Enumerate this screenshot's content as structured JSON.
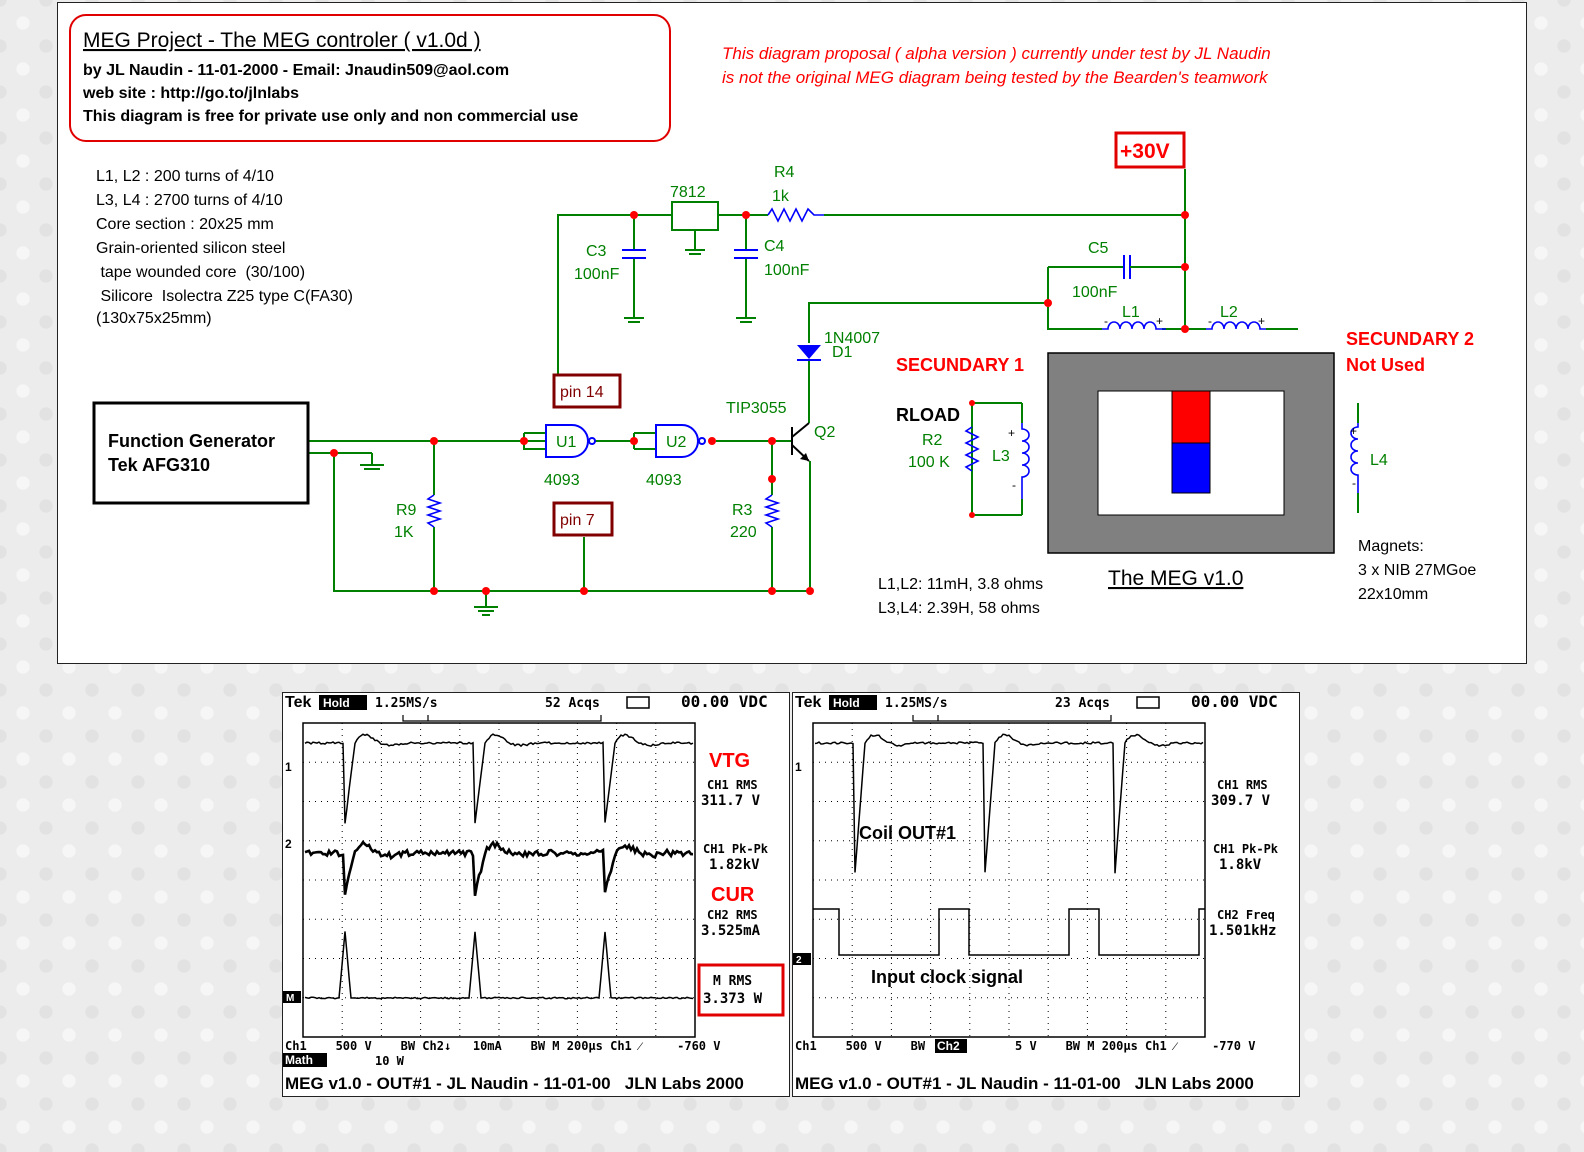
{
  "header": {
    "title": "MEG Project - The MEG controler ( v1.0d )",
    "author_line": "by JL Naudin - 11-01-2000 - Email: Jnaudin509@aol.com",
    "website_line": "web site :   http://go.to/jlnlabs",
    "license_line": "This diagram is free for private use only and non commercial use"
  },
  "disclaimer": {
    "line1": "This diagram proposal ( alpha version ) currently under test by JL Naudin",
    "line2": "is not the original MEG diagram being tested by the Bearden's teamwork"
  },
  "notes": {
    "lines": [
      "L1, L2 : 200 turns of 4/10",
      "L3, L4 : 2700 turns of 4/10",
      "Core section : 20x25 mm",
      "Grain-oriented silicon steel",
      " tape wounded core  (30/100)",
      " Silicore  Isolectra Z25 type C(FA30)",
      "(130x75x25mm)"
    ]
  },
  "components": {
    "supply": "+30V",
    "regulator": "7812",
    "r4_name": "R4",
    "r4_value": "1k",
    "c3_name": "C3",
    "c3_value": "100nF",
    "c4_name": "C4",
    "c4_value": "100nF",
    "c5_name": "C5",
    "c5_value": "100nF",
    "l1": "L1",
    "l2": "L2",
    "l3": "L3",
    "l4": "L4",
    "diode_part": "1N4007",
    "diode_name": "D1",
    "transistor_part": "TIP3055",
    "transistor_name": "Q2",
    "u1": "U1",
    "u2": "U2",
    "u1_part": "4093",
    "u2_part": "4093",
    "pin14": "pin 14",
    "pin7": "pin 7",
    "r9_name": "R9",
    "r9_value": "1K",
    "r3_name": "R3",
    "r3_value": "220",
    "rload": "RLOAD",
    "r2_name": "R2",
    "r2_value": "100 K",
    "function_generator_line1": "Function Generator",
    "function_generator_line2": "Tek AFG310",
    "secondary1": "SECUNDARY 1",
    "secondary2_line1": "SECUNDARY 2",
    "secondary2_line2": "Not Used",
    "meg_title": "The MEG v1.0",
    "inductance_line1": "L1,L2: 11mH, 3.8 ohms",
    "inductance_line2": "L3,L4: 2.39H, 58 ohms",
    "magnets_line1": "Magnets:",
    "magnets_line2": "3 x NIB 27MGoe",
    "magnets_line3": "22x10mm",
    "plus_mark": "+",
    "minus_mark": "-"
  },
  "colors": {
    "wire": "#008000",
    "junction": "#ff0000",
    "label_red": "#ff0000",
    "box_red": "#e00000",
    "pin_box": "#800000",
    "component_blue": "#0000ff",
    "core_gray": "#808080"
  },
  "scope_left": {
    "brand": "Tek",
    "mode": "Hold",
    "rate": "1.25MS/s",
    "acqs": "52 Acqs",
    "dc": "00.00 VDC",
    "ch1_marker": "1",
    "ch2_marker": "2",
    "math_marker": "M",
    "vtg_label": "VTG",
    "ch1_rms_label": "CH1 RMS",
    "ch1_rms_value": "311.7 V",
    "ch1_pkpk_label": "CH1 Pk-Pk",
    "ch1_pkpk_value": "1.82kV",
    "cur_label": "CUR",
    "ch2_rms_label": "CH2 RMS",
    "ch2_rms_value": "3.525mA",
    "m_rms_label": "M RMS",
    "m_rms_value": "3.373 W",
    "bottom_line1": "Ch1    500 V    BW Ch2↓   10mA    BW M 200μs Ch1 ⁄     -760 V",
    "math_badge": "Math",
    "math_scale": "10 W",
    "caption": "MEG v1.0 - OUT#1 - JL Naudin - 11-01-00   JLN Labs 2000"
  },
  "scope_right": {
    "brand": "Tek",
    "mode": "Hold",
    "rate": "1.25MS/s",
    "acqs": "23 Acqs",
    "dc": "00.00 VDC",
    "ch1_marker": "1",
    "ch2_marker": "2",
    "coil_label": "Coil OUT#1",
    "input_label": "Input clock signal",
    "ch1_rms_label": "CH1 RMS",
    "ch1_rms_value": "309.7 V",
    "ch1_pkpk_label": "CH1 Pk-Pk",
    "ch1_pkpk_value": "1.8kV",
    "ch2_freq_label": "CH2 Freq",
    "ch2_freq_value": "1.501kHz",
    "bottom_line1_a": "Ch1    500 V    BW",
    "ch2_badge": "Ch2",
    "bottom_line1_b": "5 V    BW M 200μs Ch1 ⁄     -770 V",
    "caption": "MEG v1.0 - OUT#1 - JL Naudin - 11-01-00   JLN Labs 2000"
  }
}
